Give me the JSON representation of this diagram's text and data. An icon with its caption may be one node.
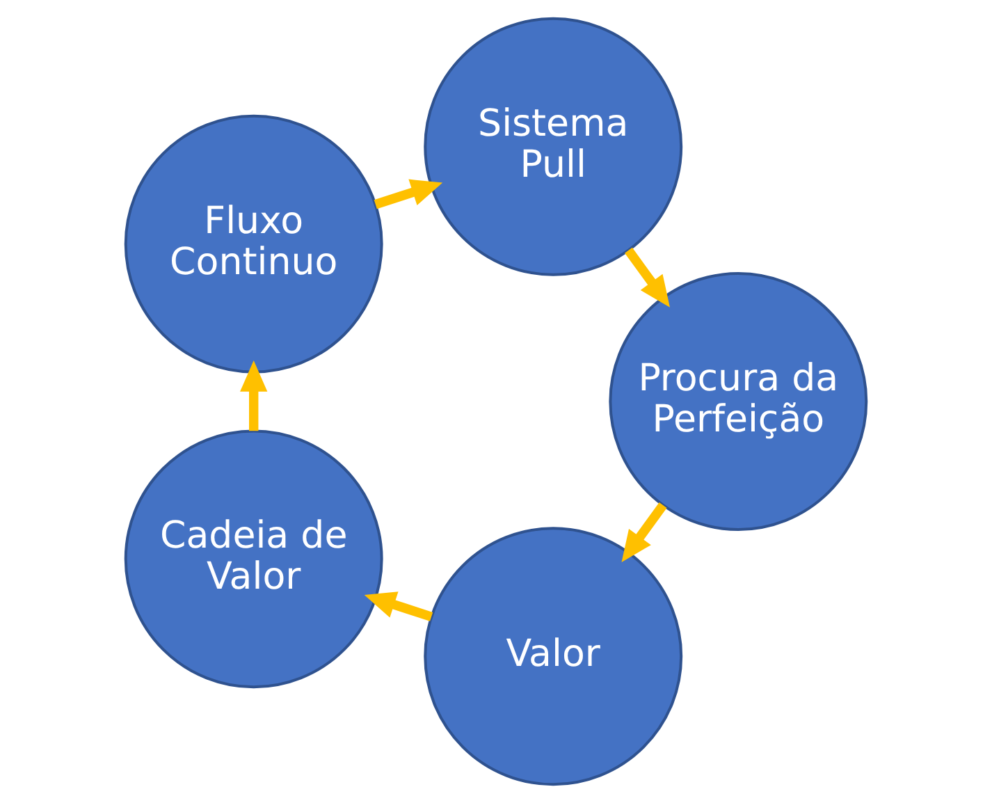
{
  "diagram": {
    "nodes": [
      {
        "text": [
          "Valor"
        ]
      },
      {
        "text": [
          "Procura da Perfeição"
        ]
      },
      {
        "text": [
          "Cadeia de Valor"
        ]
      },
      {
        "text": [
          "Sistema Pull"
        ]
      },
      {
        "text": [
          "Fluxo Continuo"
        ]
      }
    ],
    "edges": [
      {
        "from": 0,
        "to": 2,
        "arrow": "to"
      },
      {
        "from": 2,
        "to": 4,
        "arrow": "to"
      },
      {
        "from": 4,
        "to": 3,
        "arrow": "to"
      },
      {
        "from": 3,
        "to": 1,
        "arrow": "to"
      },
      {
        "from": 1,
        "to": 0,
        "arrow": "to"
      }
    ]
  }
}
